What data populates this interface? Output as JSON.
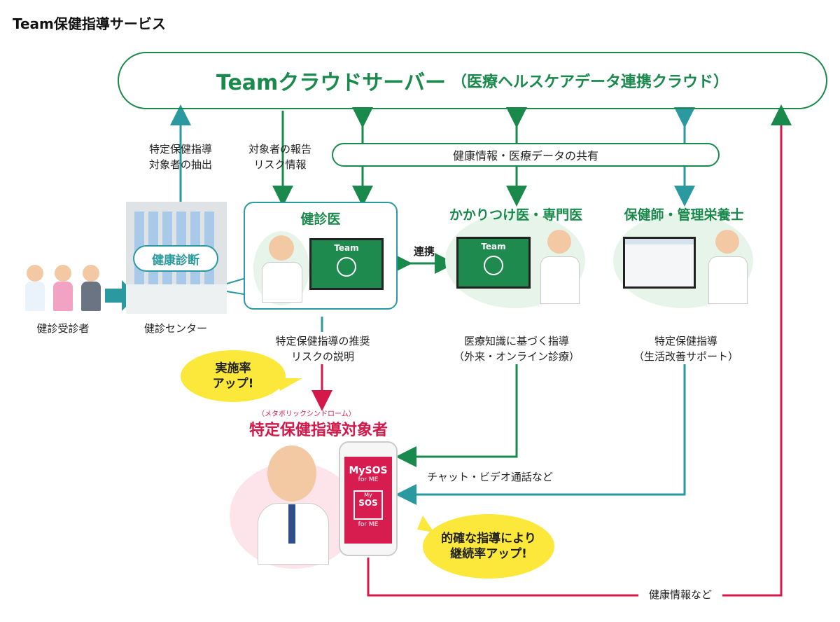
{
  "page_title": "Team保健指導サービス",
  "cloud": {
    "main": "Teamクラウドサーバー",
    "sub": "（医療ヘルスケアデータ連携クラウド）"
  },
  "share_label": "健康情報・医療データの共有",
  "labels": {
    "extract": "特定保健指導\n対象者の抽出",
    "report": "対象者の報告\nリスク情報",
    "checkup_badge": "健康診断",
    "examinees": "健診受診者",
    "center": "健診センター",
    "checkup_doctor": "健診医",
    "family_doctor": "かかりつけ医・専門医",
    "nurse": "保健師・管理栄養士",
    "link": "連携",
    "recommend": "特定保健指導の推奨\nリスクの説明",
    "medical_guidance": "医療知識に基づく指導\n（外来・オンライン診療）",
    "special_guidance": "特定保健指導\n（生活改善サポート）",
    "chat": "チャット・ビデオ通話など",
    "health_info": "健康情報など",
    "target_small": "（メタボリックシンドローム）",
    "target_title": "特定保健指導対象者"
  },
  "bubbles": {
    "rate_up": "実施率\nアップ!",
    "continue_up": "的確な指導により\n継続率アップ!"
  },
  "monitors": {
    "team_label": "Team"
  },
  "phone": {
    "app": "MySOS",
    "for": "for ME",
    "logo_sos": "SOS",
    "logo_my": "My"
  },
  "colors": {
    "green": "#1a8a4c",
    "teal": "#2a9aa0",
    "red": "#d4194a",
    "yellow": "#fbe83a"
  }
}
